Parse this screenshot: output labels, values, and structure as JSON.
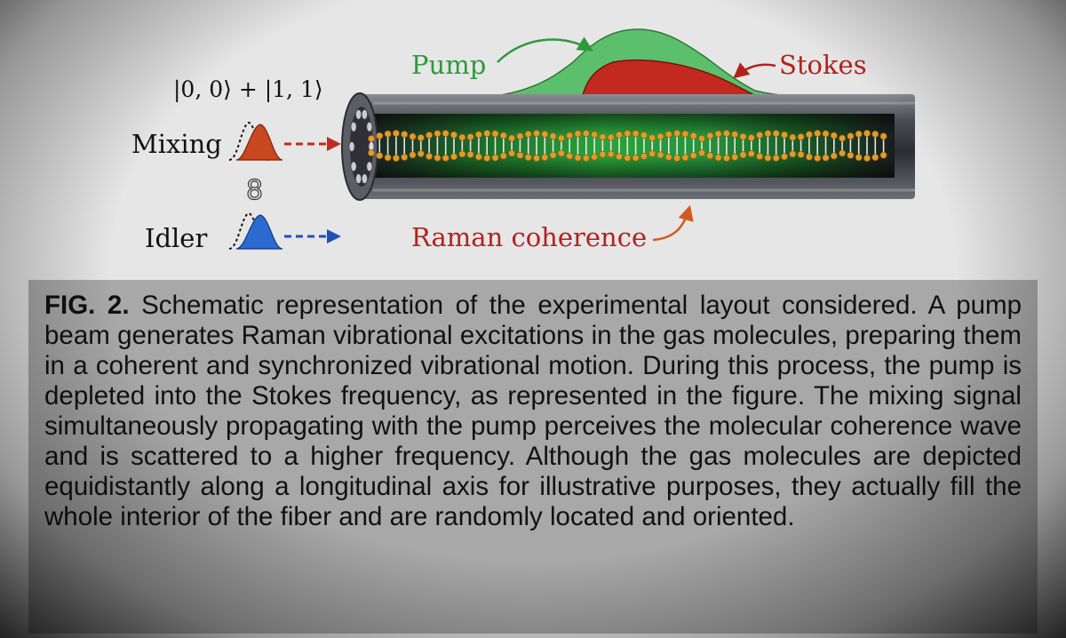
{
  "figure": {
    "labels": {
      "pump": "Pump",
      "stokes": "Stokes",
      "mixing": "Mixing",
      "idler": "Idler",
      "raman": "Raman coherence",
      "state": "|0, 0⟩ + |1, 1⟩",
      "entangle_symbol": "8"
    },
    "colors": {
      "pump_green": "#2e9a3c",
      "stokes_red": "#b3211c",
      "mixing_red": "#c0392b",
      "idler_blue": "#1f4fbf",
      "fiber_gray": "#4a4d53",
      "molecule_orange": "#e39a28"
    }
  },
  "caption": {
    "label": "FIG. 2.",
    "text": "Schematic representation of the experimental layout considered. A pump beam generates Raman vibrational excitations in the gas molecules, preparing them in a coherent and synchronized vibrational motion. During this process, the pump is depleted into the Stokes frequency, as represented in the figure. The mixing signal simultaneously propagating with the pump perceives the molecular coherence wave and is scattered to a higher frequency. Although the gas molecules are depicted equidistantly along a longitudinal axis for illustrative purposes, they actually fill the whole interior of the fiber and are randomly located and oriented."
  }
}
